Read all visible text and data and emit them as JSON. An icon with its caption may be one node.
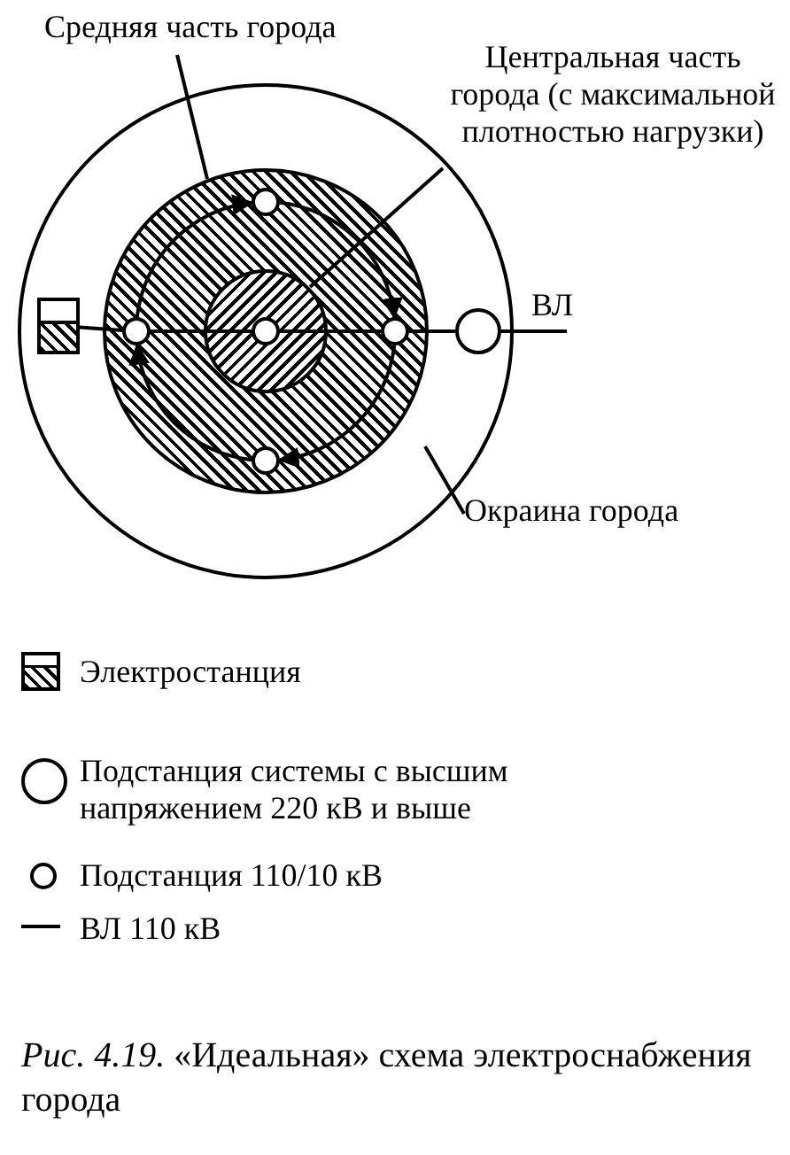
{
  "diagram": {
    "caption": "*Рис. 4.19.* «Идеальная» схема электроснабжения города",
    "nodes": [
      {
        "text": [
          "Средняя часть города"
        ]
      },
      {
        "text": [
          "Центральная часть города (с максимальной плотностью нагрузки)"
        ]
      },
      {
        "text": [
          "Окраина города"
        ]
      },
      {
        "text": [],
        "shape": "circle"
      },
      {
        "text": [],
        "shape": "circle",
        "in": 3
      },
      {
        "text": [],
        "shape": "circle",
        "in": 4
      },
      {
        "text": [],
        "shape": "box",
        "in": 3
      },
      {
        "text": [],
        "shape": "circle",
        "in": 4
      },
      {
        "text": [],
        "shape": "circle",
        "in": 4
      },
      {
        "text": [],
        "shape": "circle",
        "in": 5
      },
      {
        "text": [],
        "shape": "circle",
        "in": 4
      },
      {
        "text": [],
        "shape": "circle",
        "in": 4
      },
      {
        "text": [],
        "shape": "circle",
        "in": 3
      }
    ],
    "edges": [
      {
        "from": 0,
        "to": 4,
        "arrow": "none"
      },
      {
        "from": 1,
        "to": 5,
        "arrow": "none"
      },
      {
        "from": 2,
        "to": 3,
        "arrow": "none"
      },
      {
        "from": 6,
        "to": 7,
        "arrow": "none"
      },
      {
        "from": 7,
        "to": 9,
        "arrow": "none"
      },
      {
        "from": 9,
        "to": 10,
        "arrow": "none"
      },
      {
        "from": 10,
        "to": 12,
        "arrow": "none"
      },
      {
        "from": 12,
        "to": null,
        "arrow": "none"
      },
      {
        "from": 7,
        "to": 8,
        "arrow": "to"
      },
      {
        "from": 8,
        "to": 10,
        "arrow": "to"
      },
      {
        "from": 10,
        "to": 11,
        "arrow": "to"
      },
      {
        "from": 11,
        "to": 7,
        "arrow": "to"
      }
    ],
    "labels": [
      "ВЛ"
    ],
    "legend": [
      {
        "text": "Электростанция"
      },
      {
        "text": "Подстанция системы с высшим напряжением 220 кВ и выше"
      },
      {
        "text": "Подстанция 110/10 кВ"
      },
      {
        "text": "ВЛ 110 кВ"
      }
    ]
  }
}
